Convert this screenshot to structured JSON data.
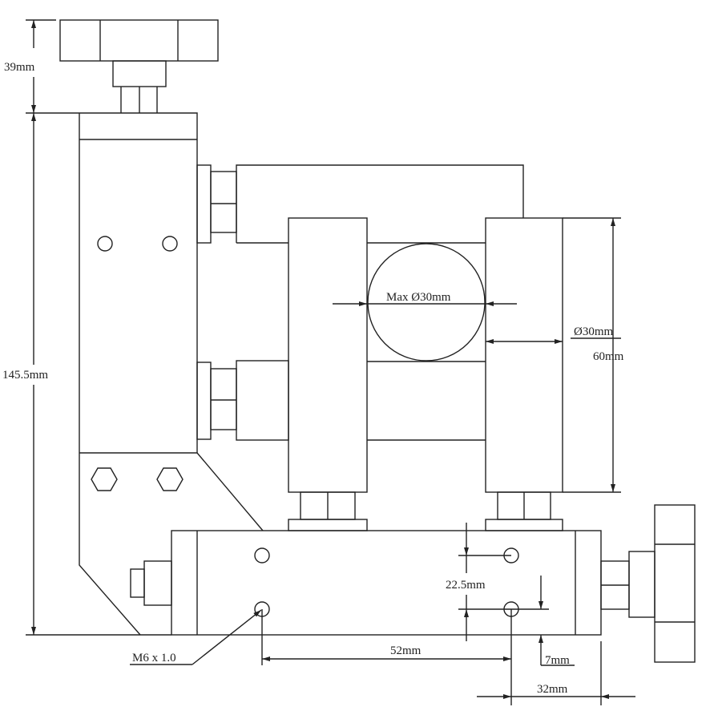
{
  "dimensions": {
    "knob_height": "39mm",
    "total_height": "145.5mm",
    "max_diameter": "Max Ø30mm",
    "jaw_diameter": "Ø30mm",
    "jaw_height": "60mm",
    "hole_spacing_vertical": "22.5mm",
    "hole_spacing_horizontal": "52mm",
    "edge_offset": "7mm",
    "hole_to_edge": "32mm",
    "thread": "M6 x 1.0"
  }
}
